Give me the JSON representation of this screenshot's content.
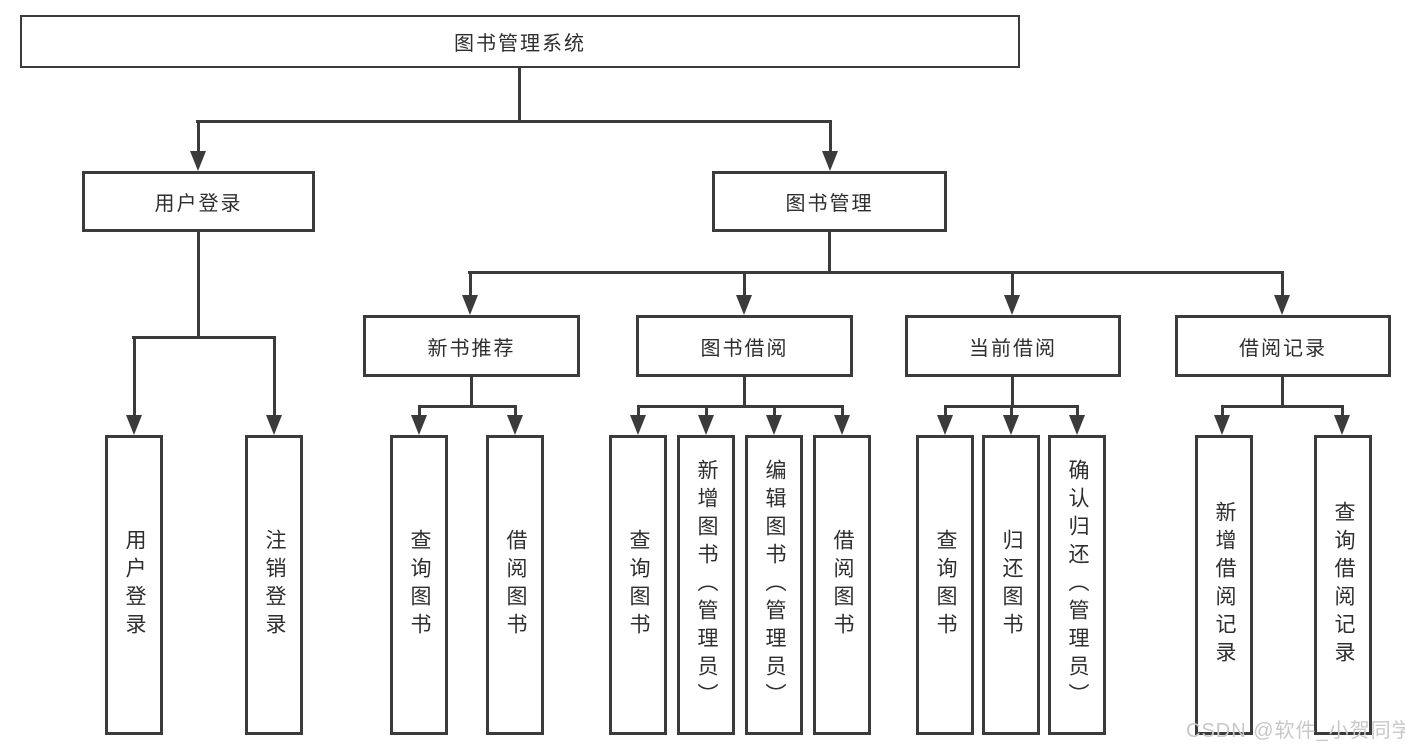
{
  "diagram": {
    "title": "图书管理系统",
    "modules": [
      {
        "label": "用户登录",
        "features": [
          "用户登录",
          "注销登录"
        ]
      },
      {
        "label": "图书管理",
        "submodules": [
          {
            "label": "新书推荐",
            "features": [
              "查询图书",
              "借阅图书"
            ]
          },
          {
            "label": "图书借阅",
            "features": [
              "查询图书",
              "新增图书（管理员）",
              "编辑图书（管理员）",
              "借阅图书"
            ]
          },
          {
            "label": "当前借阅",
            "features": [
              "查询图书",
              "归还图书",
              "确认归还（管理员）"
            ]
          },
          {
            "label": "借阅记录",
            "features": [
              "新增借阅记录",
              "查询借阅记录"
            ]
          }
        ]
      }
    ]
  },
  "watermark": {
    "text": "CSDN @软件_小贺同学"
  },
  "colors": {
    "line": "#3b3b3b",
    "text": "#2e2e2e",
    "watermark": "#c8c8c8",
    "bg": "#ffffff"
  }
}
